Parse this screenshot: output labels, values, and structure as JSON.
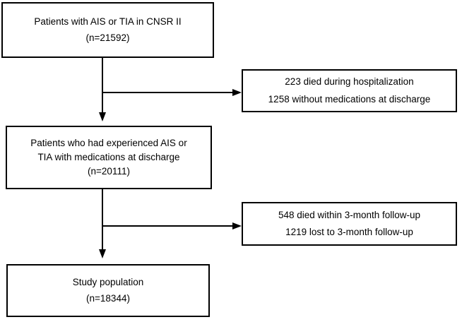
{
  "chart_data": {
    "type": "diagram",
    "subtype": "participant-flow-diagram",
    "title": "",
    "nodes": [
      {
        "id": "source",
        "lines": [
          "Patients with AIS or TIA in CNSR II",
          "(n=21592)"
        ],
        "count": 21592
      },
      {
        "id": "exclusion-1",
        "lines": [
          "223 died during hospitalization",
          "1258 without medications at discharge"
        ],
        "counts": [
          223,
          1258
        ]
      },
      {
        "id": "eligible",
        "lines": [
          "Patients who had experienced AIS or",
          "TIA with medications at discharge",
          "(n=20111)"
        ],
        "count": 20111
      },
      {
        "id": "exclusion-2",
        "lines": [
          "548 died within 3-month follow-up",
          "1219 lost to 3-month follow-up"
        ],
        "counts": [
          548,
          1219
        ]
      },
      {
        "id": "study",
        "lines": [
          "Study population",
          "(n=18344)"
        ],
        "count": 18344
      }
    ],
    "edges": [
      {
        "from": "source",
        "to": "eligible",
        "arrow": "down"
      },
      {
        "from": "source",
        "to": "exclusion-1",
        "arrow": "right"
      },
      {
        "from": "eligible",
        "to": "study",
        "arrow": "down"
      },
      {
        "from": "eligible",
        "to": "exclusion-2",
        "arrow": "right"
      }
    ],
    "colors": {
      "stroke": "#000000",
      "fill": "#ffffff",
      "text": "#000000"
    }
  },
  "diagram": {
    "source": {
      "line1": "Patients with AIS or TIA in CNSR II",
      "line2": "(n=21592)"
    },
    "exclusion1": {
      "line1": "223 died during hospitalization",
      "line2": "1258 without medications at discharge"
    },
    "eligible": {
      "line1": "Patients who had experienced AIS or",
      "line2": "TIA with medications at discharge",
      "line3": "(n=20111)"
    },
    "exclusion2": {
      "line1": "548 died within 3-month follow-up",
      "line2": "1219 lost to 3-month follow-up"
    },
    "study": {
      "line1": "Study population",
      "line2": "(n=18344)"
    }
  }
}
